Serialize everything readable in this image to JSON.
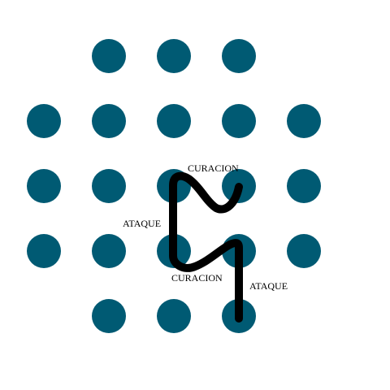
{
  "board": {
    "dot_color": "#005a73",
    "background_color": "#ffffff",
    "grid": {
      "rows": 5,
      "cols": 5,
      "dots": [
        {
          "row": 0,
          "col": 1
        },
        {
          "row": 0,
          "col": 2
        },
        {
          "row": 0,
          "col": 3
        },
        {
          "row": 1,
          "col": 0
        },
        {
          "row": 1,
          "col": 1
        },
        {
          "row": 1,
          "col": 2
        },
        {
          "row": 1,
          "col": 3
        },
        {
          "row": 1,
          "col": 4
        },
        {
          "row": 2,
          "col": 0
        },
        {
          "row": 2,
          "col": 1
        },
        {
          "row": 2,
          "col": 2
        },
        {
          "row": 2,
          "col": 3
        },
        {
          "row": 2,
          "col": 4
        },
        {
          "row": 3,
          "col": 0
        },
        {
          "row": 3,
          "col": 1
        },
        {
          "row": 3,
          "col": 2
        },
        {
          "row": 3,
          "col": 3
        },
        {
          "row": 3,
          "col": 4
        },
        {
          "row": 4,
          "col": 1
        },
        {
          "row": 4,
          "col": 2
        },
        {
          "row": 4,
          "col": 3
        }
      ]
    }
  },
  "path": {
    "color": "#000000",
    "labels": {
      "curacion_top": "CURACION",
      "ataque_left": "ATAQUE",
      "curacion_bottom": "CURACION",
      "ataque_right": "ATAQUE"
    }
  }
}
